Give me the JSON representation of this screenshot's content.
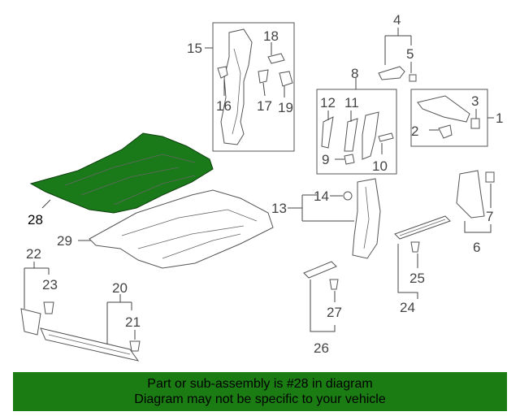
{
  "colors": {
    "highlight": "#1a7a1a",
    "banner_bg": "#1b7c13",
    "line": "#555555",
    "label": "#444444"
  },
  "callouts": {
    "c1": "1",
    "c2": "2",
    "c3": "3",
    "c4": "4",
    "c5": "5",
    "c6": "6",
    "c7": "7",
    "c8": "8",
    "c9": "9",
    "c10": "10",
    "c11": "11",
    "c12": "12",
    "c13": "13",
    "c14": "14",
    "c15": "15",
    "c16": "16",
    "c17": "17",
    "c18": "18",
    "c19": "19",
    "c20": "20",
    "c21": "21",
    "c22": "22",
    "c23": "23",
    "c24": "24",
    "c25": "25",
    "c26": "26",
    "c27": "27",
    "c28": "28",
    "c29": "29"
  },
  "highlighted_part": "28",
  "banner": {
    "line1": "Part or sub-assembly is #28 in diagram",
    "line2": "Diagram may not be specific to your vehicle"
  }
}
